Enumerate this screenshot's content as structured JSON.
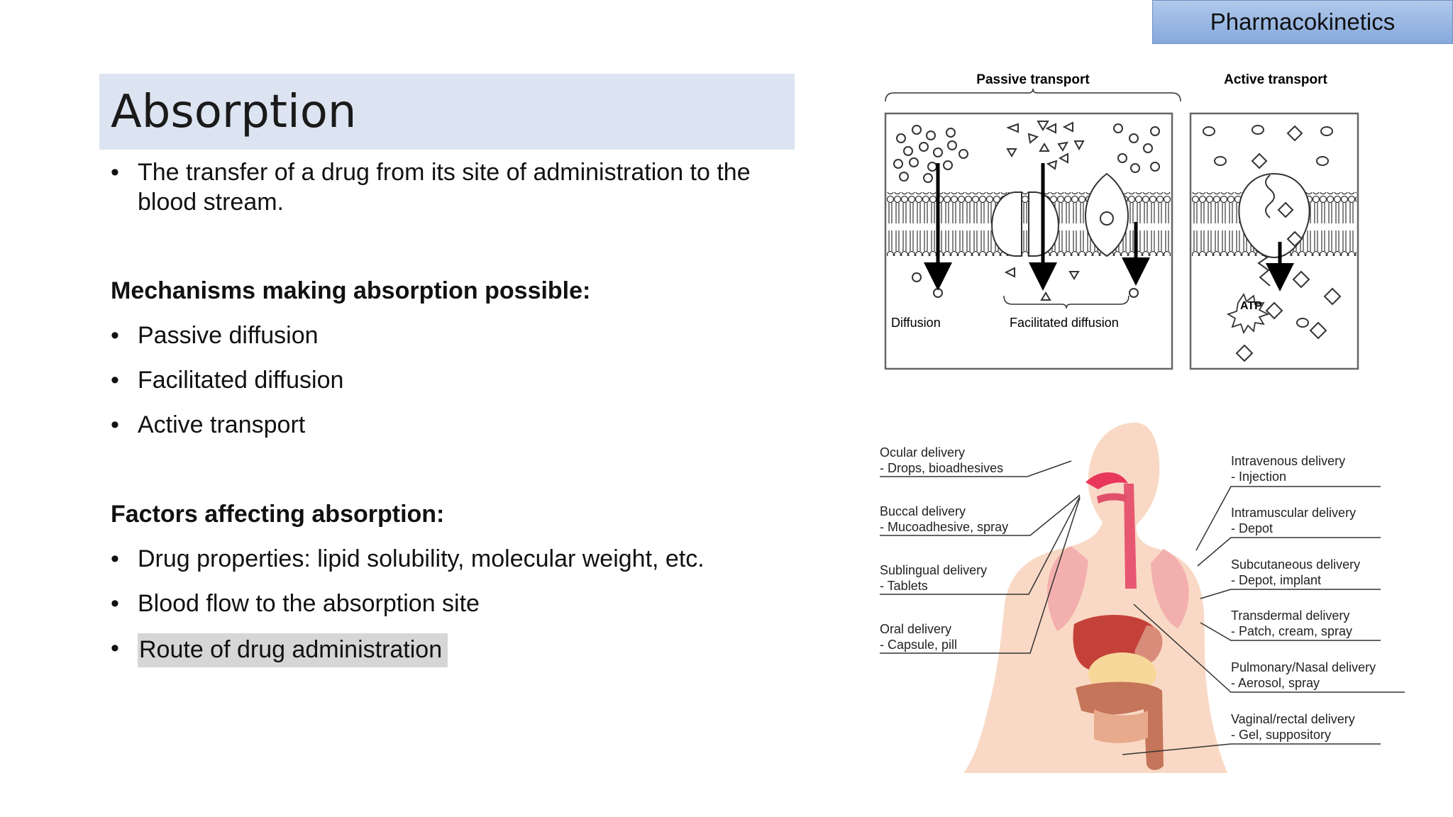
{
  "header": {
    "tag": "Pharmacokinetics"
  },
  "title": "Absorption",
  "definition": "The transfer of a drug from its site of administration to the blood stream.",
  "mechanisms": {
    "heading": "Mechanisms making absorption possible:",
    "items": [
      "Passive diffusion",
      "Facilitated diffusion",
      "Active transport"
    ]
  },
  "factors": {
    "heading": "Factors affecting absorption:",
    "items": [
      "Drug properties: lipid solubility, molecular weight, etc.",
      "Blood flow to the absorption site",
      "Route of drug administration"
    ]
  },
  "transport_figure": {
    "passive": "Passive transport",
    "active": "Active transport",
    "diffusion": "Diffusion",
    "facilitated": "Facilitated diffusion",
    "atp": "ATP"
  },
  "routes_figure": {
    "left": [
      {
        "name": "Ocular delivery",
        "detail": "- Drops, bioadhesives"
      },
      {
        "name": "Buccal delivery",
        "detail": "- Mucoadhesive, spray"
      },
      {
        "name": "Sublingual delivery",
        "detail": "- Tablets"
      },
      {
        "name": "Oral delivery",
        "detail": "- Capsule, pill"
      }
    ],
    "right": [
      {
        "name": "Intravenous delivery",
        "detail": "- Injection"
      },
      {
        "name": "Intramuscular delivery",
        "detail": "- Depot"
      },
      {
        "name": "Subcutaneous delivery",
        "detail": "- Depot, implant"
      },
      {
        "name": "Transdermal delivery",
        "detail": "- Patch, cream, spray"
      },
      {
        "name": "Pulmonary/Nasal delivery",
        "detail": "- Aerosol, spray"
      },
      {
        "name": "Vaginal/rectal delivery",
        "detail": "- Gel, suppository"
      }
    ]
  }
}
